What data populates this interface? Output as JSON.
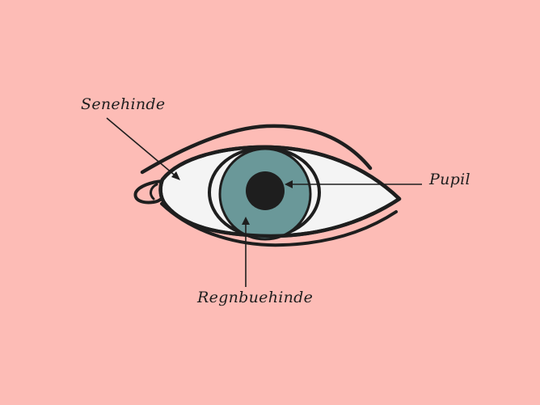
{
  "labels": {
    "sclera": "Senehinde",
    "pupil": "Pupil",
    "iris": "Regnbuehinde"
  },
  "colors": {
    "background": "#FDBCB6",
    "outline": "#1E1E1E",
    "sclera": "#F4F4F4",
    "iris": "#6A9899",
    "pupil": "#1E1E1E"
  }
}
